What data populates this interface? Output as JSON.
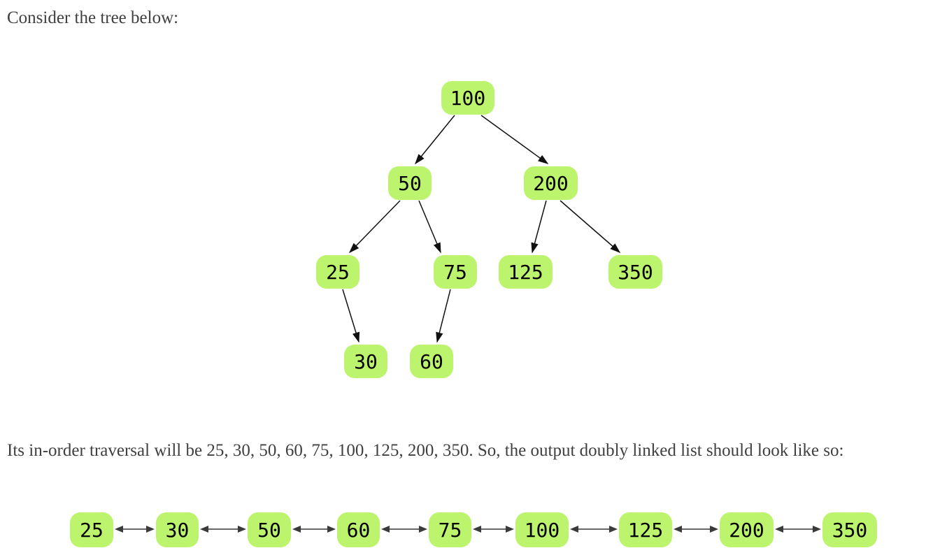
{
  "intro": {
    "text": "Consider the tree below:"
  },
  "explanation": {
    "text": "Its in-order traversal will be 25, 30, 50, 60, 75, 100, 125, 200, 350. So, the output doubly linked list should look like so:"
  },
  "colors": {
    "node_fill": "#bcf46d",
    "tree_edge": "#111111",
    "list_line": "#666666",
    "list_arrowhead": "#3a3a3a",
    "body_text": "#3f3f3f",
    "node_text": "#000000",
    "background": "#ffffff"
  },
  "tree": {
    "nodes": [
      {
        "id": "100",
        "label": "100"
      },
      {
        "id": "50",
        "label": "50"
      },
      {
        "id": "200",
        "label": "200"
      },
      {
        "id": "25",
        "label": "25"
      },
      {
        "id": "75",
        "label": "75"
      },
      {
        "id": "125",
        "label": "125"
      },
      {
        "id": "350",
        "label": "350"
      },
      {
        "id": "30",
        "label": "30"
      },
      {
        "id": "60",
        "label": "60"
      }
    ],
    "edges": [
      {
        "from": "100",
        "to": "50"
      },
      {
        "from": "100",
        "to": "200"
      },
      {
        "from": "50",
        "to": "25"
      },
      {
        "from": "50",
        "to": "75"
      },
      {
        "from": "200",
        "to": "125"
      },
      {
        "from": "200",
        "to": "350"
      },
      {
        "from": "25",
        "to": "30"
      },
      {
        "from": "75",
        "to": "60"
      }
    ]
  },
  "inorder_traversal": [
    "25",
    "30",
    "50",
    "60",
    "75",
    "100",
    "125",
    "200",
    "350"
  ],
  "list": {
    "nodes": [
      "25",
      "30",
      "50",
      "60",
      "75",
      "100",
      "125",
      "200",
      "350"
    ]
  }
}
